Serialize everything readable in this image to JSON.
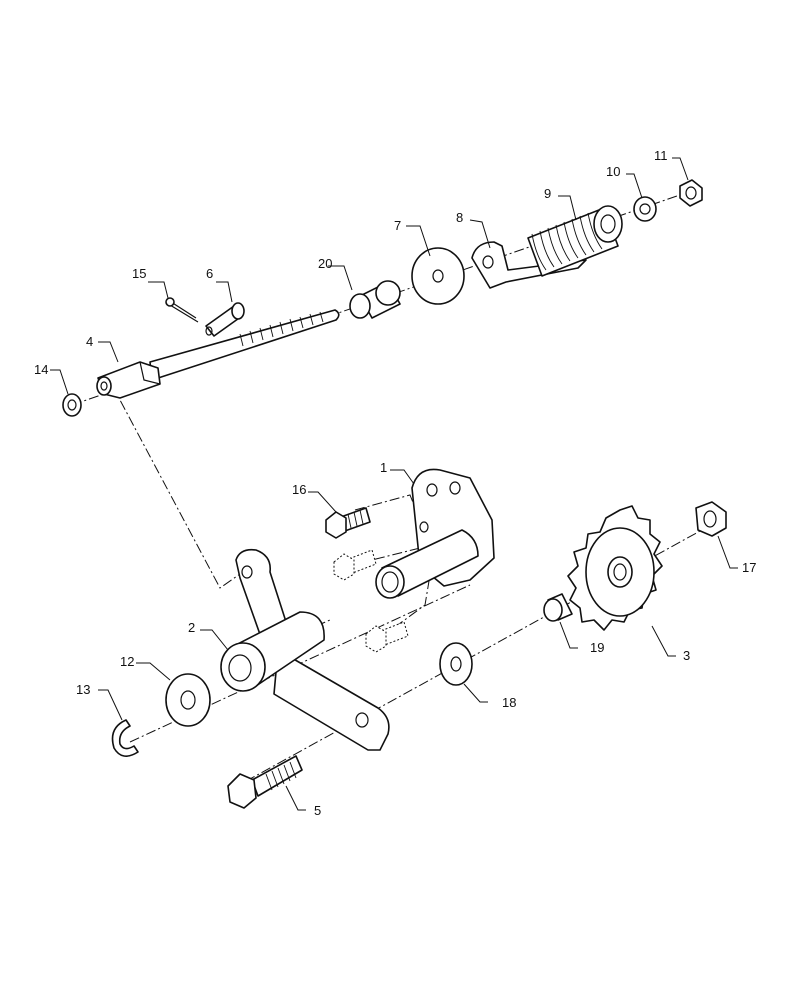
{
  "diagram": {
    "callouts": [
      {
        "id": "c1",
        "text": "1"
      },
      {
        "id": "c2",
        "text": "2"
      },
      {
        "id": "c3",
        "text": "3"
      },
      {
        "id": "c4",
        "text": "4"
      },
      {
        "id": "c5",
        "text": "5"
      },
      {
        "id": "c6",
        "text": "6"
      },
      {
        "id": "c7",
        "text": "7"
      },
      {
        "id": "c8",
        "text": "8"
      },
      {
        "id": "c9",
        "text": "9"
      },
      {
        "id": "c10",
        "text": "10"
      },
      {
        "id": "c11",
        "text": "11"
      },
      {
        "id": "c12",
        "text": "12"
      },
      {
        "id": "c13",
        "text": "13"
      },
      {
        "id": "c14",
        "text": "14"
      },
      {
        "id": "c15",
        "text": "15"
      },
      {
        "id": "c16",
        "text": "16"
      },
      {
        "id": "c17",
        "text": "17"
      },
      {
        "id": "c18",
        "text": "18"
      },
      {
        "id": "c19",
        "text": "19"
      },
      {
        "id": "c20",
        "text": "20"
      }
    ]
  }
}
